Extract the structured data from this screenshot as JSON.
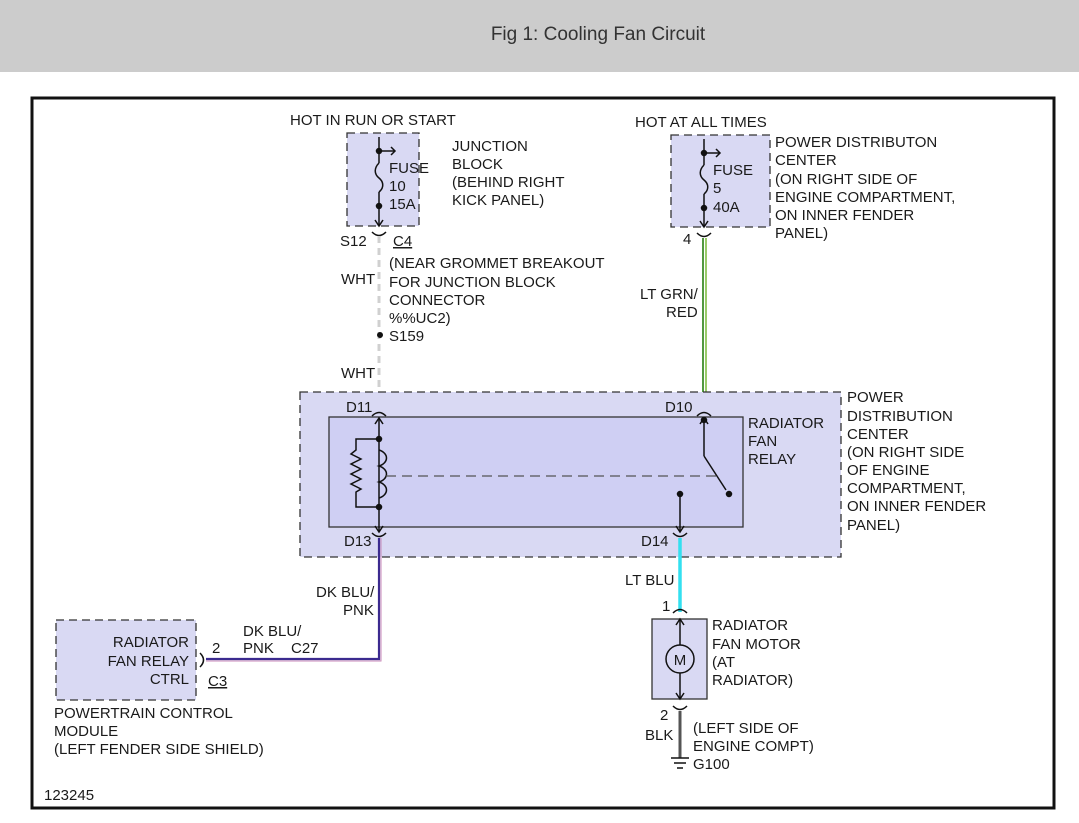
{
  "header": {
    "title": "Fig 1: Cooling Fan Circuit"
  },
  "colors": {
    "header_bg": "#cccccc",
    "component_fill": "#d9d9f3",
    "relay_fill": "#cfcff3",
    "wire_wht": "#d0d0d0",
    "wire_lt_grn_red": "#6aa84f",
    "wire_dk_blu_pnk": "#3b2a8f",
    "wire_lt_blu": "#33e0f0",
    "wire_blk": "#555555"
  },
  "junction_block": {
    "hot_label": "HOT IN RUN OR START",
    "fuse_word": "FUSE",
    "fuse_number": "10",
    "fuse_rating": "15A",
    "name_lines": [
      "JUNCTION",
      "BLOCK",
      "(BEHIND RIGHT",
      "KICK PANEL)"
    ],
    "pin": "S12",
    "connector": "C4"
  },
  "power_dist_fuse": {
    "hot_label": "HOT AT ALL TIMES",
    "fuse_word": "FUSE",
    "fuse_number": "5",
    "fuse_rating": "40A",
    "name_lines": [
      "POWER DISTRIBUTON",
      "CENTER",
      "(ON RIGHT SIDE OF",
      "ENGINE COMPARTMENT,",
      "ON INNER FENDER",
      "PANEL)"
    ],
    "pin": "4"
  },
  "wires": {
    "wht_upper": "WHT",
    "wht_lower": "WHT",
    "grommet_note_lines": [
      "(NEAR GROMMET BREAKOUT",
      "FOR JUNCTION BLOCK",
      "CONNECTOR",
      "%%UC2)"
    ],
    "splice": "S159",
    "lt_grn_red_lines": [
      "LT GRN/",
      "RED"
    ],
    "dk_blu_pnk_vertical_lines": [
      "DK BLU/",
      "PNK"
    ],
    "dk_blu_pnk_horizontal_lines": [
      "DK BLU/",
      "PNK"
    ],
    "c27": "C27",
    "lt_blu": "LT BLU",
    "blk": "BLK"
  },
  "pdc_relay": {
    "pin_d11": "D11",
    "pin_d10": "D10",
    "pin_d13": "D13",
    "pin_d14": "D14",
    "relay_name_lines": [
      "RADIATOR",
      "FAN",
      "RELAY"
    ],
    "pdc_name_lines": [
      "POWER",
      "DISTRIBUTION",
      "CENTER",
      "(ON RIGHT SIDE",
      "OF ENGINE",
      "COMPARTMENT,",
      "ON INNER FENDER",
      "PANEL)"
    ]
  },
  "pcm": {
    "box_lines": [
      "RADIATOR",
      "FAN RELAY",
      "CTRL"
    ],
    "pin": "2",
    "connector": "C3",
    "name_lines": [
      "POWERTRAIN CONTROL",
      "MODULE",
      "(LEFT FENDER SIDE SHIELD)"
    ]
  },
  "motor": {
    "symbol": "M",
    "pin_top": "1",
    "pin_bottom": "2",
    "name_lines": [
      "RADIATOR",
      "FAN MOTOR",
      "(AT",
      "RADIATOR)"
    ],
    "location_lines": [
      "(LEFT SIDE OF",
      "ENGINE COMPT)"
    ],
    "ground": "G100"
  },
  "figure_id": "123245"
}
